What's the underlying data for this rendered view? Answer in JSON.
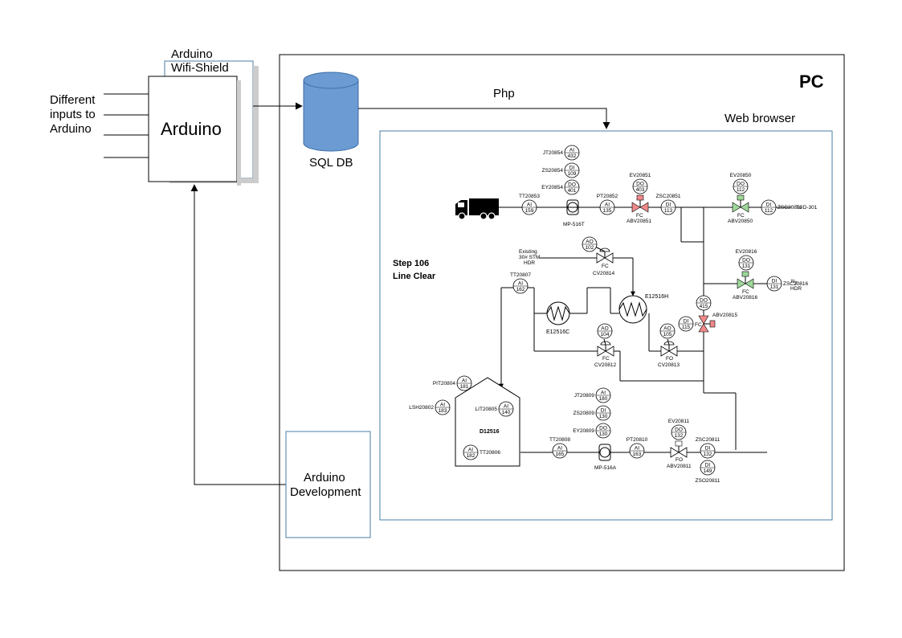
{
  "arduino": {
    "shield_label_1": "Arduino",
    "shield_label_2": "Wifi-Shield",
    "board_label": "Arduino",
    "inputs_label_1": "Different",
    "inputs_label_2": "inputs to",
    "inputs_label_3": "Arduino"
  },
  "pc": {
    "title": "PC",
    "db_label": "SQL DB",
    "php_label": "Php",
    "browser_label": "Web browser",
    "dev_label_1": "Arduino",
    "dev_label_2": "Development"
  },
  "pid": {
    "step_title_1": "Step 106",
    "step_title_2": "Line Clear",
    "instruments": [
      {
        "tag": "JT20854",
        "type": "AI",
        "num": "432"
      },
      {
        "tag": "ZS20854",
        "type": "DI",
        "num": "109"
      },
      {
        "tag": "EY20854",
        "type": "DO",
        "num": "401"
      },
      {
        "tag": "TT20853",
        "type": "AI",
        "num": "159"
      },
      {
        "tag": "PT20852",
        "type": "AI",
        "num": "135"
      },
      {
        "tag": "EV20851",
        "type": "DO",
        "num": "403"
      },
      {
        "tag": "ZSC20851",
        "type": "DI",
        "num": "113"
      },
      {
        "tag": "EV20850",
        "type": "DO",
        "num": "112"
      },
      {
        "tag": "ZSC20850",
        "type": "DI",
        "num": "112"
      },
      {
        "tag": "",
        "type": "AO",
        "num": "102"
      },
      {
        "tag": "TT20807",
        "type": "AI",
        "num": "162"
      },
      {
        "tag": "EV20816",
        "type": "DO",
        "num": "131"
      },
      {
        "tag": "ZSC20816",
        "type": "DI",
        "num": "131"
      },
      {
        "tag": "",
        "type": "DO",
        "num": "415"
      },
      {
        "tag": "",
        "type": "DI",
        "num": "115"
      },
      {
        "tag": "",
        "type": "AO",
        "num": "104"
      },
      {
        "tag": "",
        "type": "AO",
        "num": "105"
      },
      {
        "tag": "PIT20804",
        "type": "AI",
        "num": "181"
      },
      {
        "tag": "LSH20802",
        "type": "AI",
        "num": "183"
      },
      {
        "tag": "LIT20805",
        "type": "AI",
        "num": "140"
      },
      {
        "tag": "TT20806",
        "type": "AI",
        "num": "182"
      },
      {
        "tag": "JT20809",
        "type": "AI",
        "num": "180"
      },
      {
        "tag": "ZS20809",
        "type": "DI",
        "num": "130"
      },
      {
        "tag": "EY20809",
        "type": "DO",
        "num": "130"
      },
      {
        "tag": "TT20808",
        "type": "AI",
        "num": "165"
      },
      {
        "tag": "PT20810",
        "type": "AI",
        "num": "163"
      },
      {
        "tag": "EV20811",
        "type": "DO",
        "num": "132"
      },
      {
        "tag": "ZSC20811",
        "type": "DI",
        "num": "132"
      },
      {
        "tag": "ZSO20811",
        "type": "DI",
        "num": "149"
      }
    ],
    "labels": {
      "pump_top": "MP-516T",
      "pump_bottom": "MP-516A",
      "valve_abv20851": "ABV20851",
      "valve_abv20850": "ABV20850",
      "valve_abv20816": "ABV20816",
      "valve_abv20815": "ABV20815",
      "valve_abv20811": "ABV20811",
      "valve_cv20814": "CV20814",
      "valve_cv20812": "CV20812",
      "valve_cv20813": "CV20813",
      "hx_c": "E12516C",
      "hx_h": "E12516H",
      "vessel": "D12516",
      "fc": "FC",
      "fo": "FO",
      "to_d301": "To D-301",
      "stm_1": "Existing",
      "stm_2": "30# STM",
      "stm_3": "HDR",
      "n2_1": "N",
      "n2_sub": "2",
      "n2_2": "HDR"
    }
  },
  "colors": {
    "db_fill": "#6b9bd2",
    "db_stroke": "#3d6ea8",
    "browser_border": "#4a7ea6",
    "valve_red": "#f08a8a",
    "valve_green": "#9fd89a"
  }
}
